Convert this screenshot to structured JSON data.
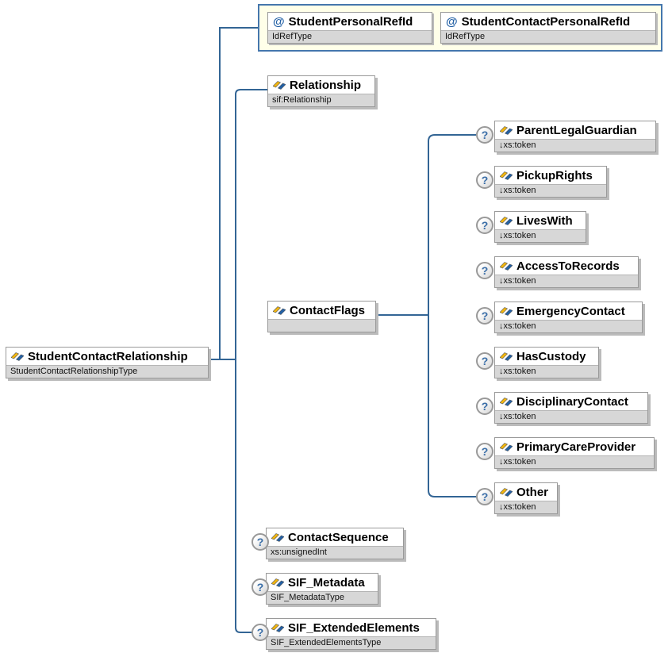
{
  "colors": {
    "connector": "#336595",
    "container-border": "#4577AD",
    "container-bg": "#FFFFE9",
    "subtitle-bg": "#D7D7D7",
    "box-border": "#9A9A9A",
    "icon-yellow": "#F2B50F",
    "icon-blue": "#2260A5",
    "optional-color": "#3A6EA8",
    "attr-glyph": "#2260A5"
  },
  "glyphs": {
    "optional": "?",
    "attribute": "@"
  },
  "nodes": {
    "root": {
      "label": "StudentContactRelationship",
      "type": "StudentContactRelationshipType"
    },
    "attributes": [
      {
        "label": "StudentPersonalRefId",
        "type": "IdRefType"
      },
      {
        "label": "StudentContactPersonalRefId",
        "type": "IdRefType"
      }
    ],
    "relationship": {
      "label": "Relationship",
      "type": "sif:Relationship"
    },
    "contact_flags": {
      "label": "ContactFlags",
      "type": ""
    },
    "flag_children": [
      {
        "label": "ParentLegalGuardian",
        "type": "↓xs:token"
      },
      {
        "label": "PickupRights",
        "type": "↓xs:token"
      },
      {
        "label": "LivesWith",
        "type": "↓xs:token"
      },
      {
        "label": "AccessToRecords",
        "type": "↓xs:token"
      },
      {
        "label": "EmergencyContact",
        "type": "↓xs:token"
      },
      {
        "label": "HasCustody",
        "type": "↓xs:token"
      },
      {
        "label": "DisciplinaryContact",
        "type": "↓xs:token"
      },
      {
        "label": "PrimaryCareProvider",
        "type": "↓xs:token"
      },
      {
        "label": "Other",
        "type": "↓xs:token"
      }
    ],
    "contact_sequence": {
      "label": "ContactSequence",
      "type": "xs:unsignedInt"
    },
    "sif_metadata": {
      "label": "SIF_Metadata",
      "type": "SIF_MetadataType"
    },
    "sif_extended": {
      "label": "SIF_ExtendedElements",
      "type": "SIF_ExtendedElementsType"
    }
  }
}
